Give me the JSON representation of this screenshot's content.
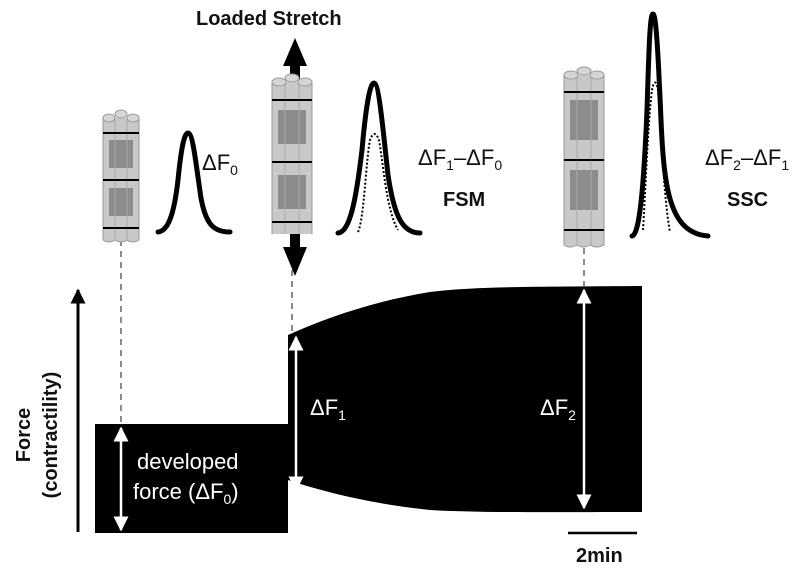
{
  "title": "Loaded Stretch",
  "y_axis_label_line1": "Force",
  "y_axis_label_line2": "(contractility)",
  "developed_force_line1": "developed",
  "developed_force_line2": "force (ΔF",
  "developed_force_sub": "0",
  "developed_force_close": ")",
  "delta_f1_label": "ΔF",
  "delta_f1_sub": "1",
  "delta_f2_label": "ΔF",
  "delta_f2_sub": "2",
  "stage1": {
    "formula_a": "ΔF",
    "formula_a_sub": "0"
  },
  "stage2": {
    "formula_a": "ΔF",
    "formula_a_sub": "1",
    "formula_minus": "–ΔF",
    "formula_b_sub": "0",
    "name": "FSM"
  },
  "stage3": {
    "formula_a": "ΔF",
    "formula_a_sub": "2",
    "formula_minus": "–ΔF",
    "formula_b_sub": "1",
    "name": "SSC"
  },
  "scale_bar_label": "2min",
  "colors": {
    "block": "#000000",
    "filament_light": "#c8c8c8",
    "filament_dark": "#8c8c8c",
    "guide_dash": "#8a8a8a"
  }
}
